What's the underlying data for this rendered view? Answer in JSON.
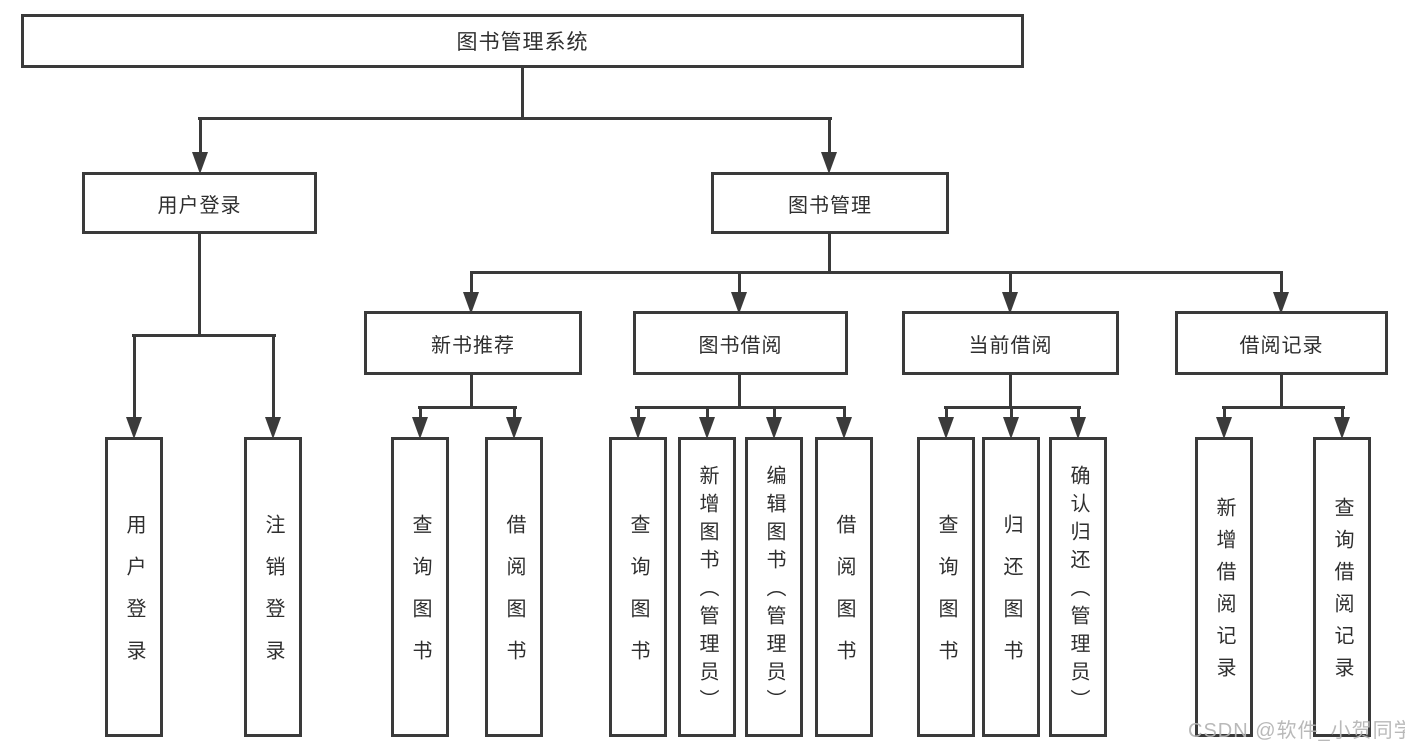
{
  "colors": {
    "line": "#3a3a3a",
    "text": "#2f2f2f",
    "watermark": "#b4b4b4",
    "bg": "#ffffff"
  },
  "tree": {
    "root": {
      "label": "图书管理系统",
      "children": [
        {
          "label": "用户登录",
          "children": [
            {
              "label": "用户登录"
            },
            {
              "label": "注销登录"
            }
          ]
        },
        {
          "label": "图书管理",
          "children": [
            {
              "label": "新书推荐",
              "children": [
                {
                  "label": "查询图书"
                },
                {
                  "label": "借阅图书"
                }
              ]
            },
            {
              "label": "图书借阅",
              "children": [
                {
                  "label": "查询图书"
                },
                {
                  "label": "新增图书（管理员）"
                },
                {
                  "label": "编辑图书（管理员）"
                },
                {
                  "label": "借阅图书"
                }
              ]
            },
            {
              "label": "当前借阅",
              "children": [
                {
                  "label": "查询图书"
                },
                {
                  "label": "归还图书"
                },
                {
                  "label": "确认归还（管理员）"
                }
              ]
            },
            {
              "label": "借阅记录",
              "children": [
                {
                  "label": "新增借阅记录"
                },
                {
                  "label": "查询借阅记录"
                }
              ]
            }
          ]
        }
      ]
    }
  },
  "watermark": {
    "text": "CSDN @软件_小贺同学"
  }
}
